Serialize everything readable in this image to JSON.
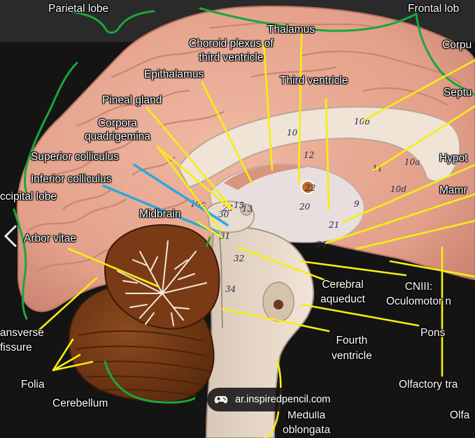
{
  "labels": {
    "parietal_lobe": "Parietal lobe",
    "frontal_lobe": "Frontal lob",
    "thalamus": "Thalamus",
    "choroid_plexus": "Choroid plexus of\nthird ventricle",
    "corpus": "Corpu",
    "epithalamus": "Epithalamus",
    "third_ventricle": "Third ventricle",
    "septum": "Septu",
    "pineal_gland": "Pineal gland",
    "corpora_quadrigemina": "Corpora\nquadrigemina",
    "hypothalamus": "Hypot",
    "superior_colliculus": "Superior colliculus",
    "inferior_colliculus": "Inferior colliculus",
    "mammillary": "Mamr",
    "occipital_lobe": "ccipital lobe",
    "midbrain": "Midbrain",
    "arbor_vitae": "Arbor vitae",
    "cerebral_aqueduct": "Cerebral\naqueduct",
    "cniii": "CNIII:\nOculomotor n",
    "transverse_fissure": "ansverse\nfissure",
    "pons": "Pons",
    "fourth_ventricle": "Fourth\nventricle",
    "folia": "Folia",
    "olfactory_tract": "Olfactory tra",
    "cerebellum": "Cerebellum",
    "medulla": "Medulla\noblongata",
    "olfa": "Olfa"
  },
  "model_numbers": [
    "10",
    "10a",
    "10c",
    "10d",
    "10b",
    "11",
    "12",
    "13",
    "15",
    "20",
    "21",
    "22",
    "23",
    "24",
    "30",
    "31",
    "32",
    "34",
    "9"
  ],
  "watermark": {
    "text": "ar.inspiredpencil.com",
    "icon": "gamepad-icon"
  },
  "nav": {
    "icon": "chevron-left-icon"
  },
  "colors": {
    "label_line": "#f6ee10",
    "region_line": "#19a83c",
    "colliculus_line": "#2aa8e0",
    "brain": "#e8a892",
    "cerebellum": "#7a3f18",
    "background": "#141414"
  }
}
